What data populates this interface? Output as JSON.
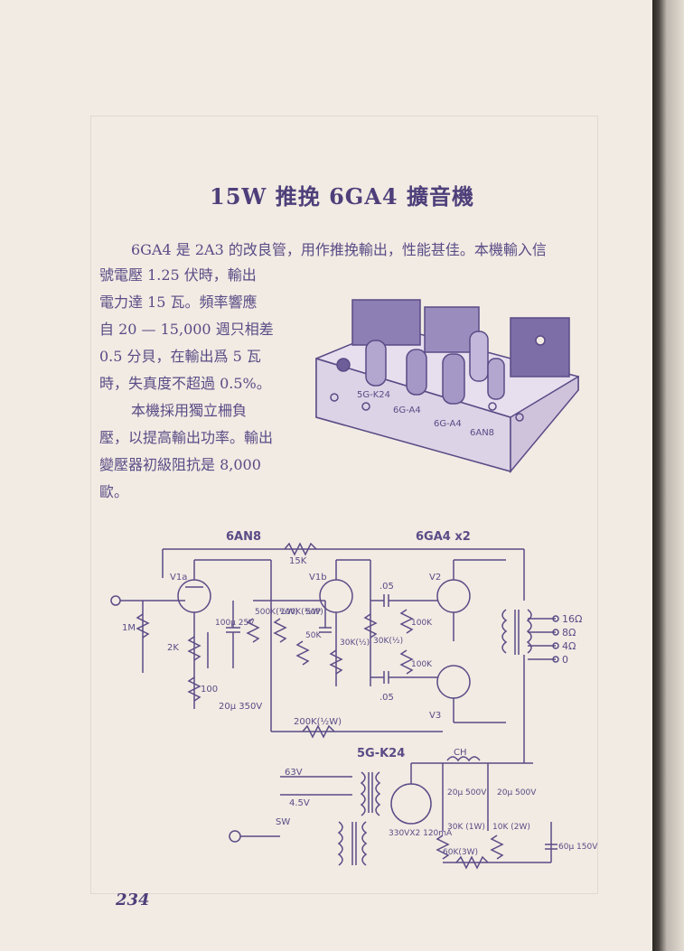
{
  "title": "15W 推挽 6GA4 擴音機",
  "paragraph1": {
    "line1": "6GA4 是 2A3 的改良管，用作推挽輸出，性能甚佳。本機輸入信",
    "lines": [
      "號電壓 1.25 伏時，輸出",
      "電力達 15 瓦。頻率響應",
      "自 20 — 15,000 週只相差",
      "0.5 分貝，在輸出爲 5 瓦",
      "時，失真度不超過 0.5%。"
    ]
  },
  "paragraph2": {
    "lines": [
      "本機採用獨立柵負",
      "壓，以提高輸出功率。輸出",
      "變壓器初級阻抗是 8,000",
      "歐。"
    ]
  },
  "photo": {
    "labels": [
      "5G-K24",
      "6G-A4",
      "6G-A4",
      "6AN8"
    ]
  },
  "schematic": {
    "tube_group_left": "6AN8",
    "tube_group_right": "6GA4 x2",
    "rectifier": "5G-K24",
    "tubes": [
      "V1a",
      "V1b",
      "V2",
      "V3"
    ],
    "components": {
      "r_feedback": "15K",
      "r_input": "1M",
      "r_cathode": "2K",
      "r_100": "100",
      "c_cathode": "100μ 25V",
      "r_500k": "500K(½W)",
      "r_100k_half": "100K(½W)",
      "r_50k": "50K",
      "c_50p": "50P",
      "r_30k_half": "30K(½)",
      "c_top": ".05",
      "c_bottom": ".05",
      "r_30k_b": "30K(½)",
      "r_100k_a": "100K",
      "r_100k_b": "100K",
      "c_20u_350": "20μ 350V",
      "r_200k": "200K(½W)",
      "v_63": "63V",
      "v_45": "4.5V",
      "switch": "SW",
      "choke": "CH",
      "c_20u_500a": "20μ 500V",
      "c_20u_500b": "20μ 500V",
      "hv": "330VX2 120mA",
      "r_30k_1w": "30K (1W)",
      "r_10k_2w": "10K (2W)",
      "r_60k_3w": "60K(3W)",
      "c_60u": "60μ 150V"
    },
    "taps": [
      "16Ω",
      "8Ω",
      "4Ω",
      "0"
    ]
  },
  "page_number": "234",
  "colors": {
    "ink": "#5a4b86",
    "paper": "#f1ebe3"
  }
}
